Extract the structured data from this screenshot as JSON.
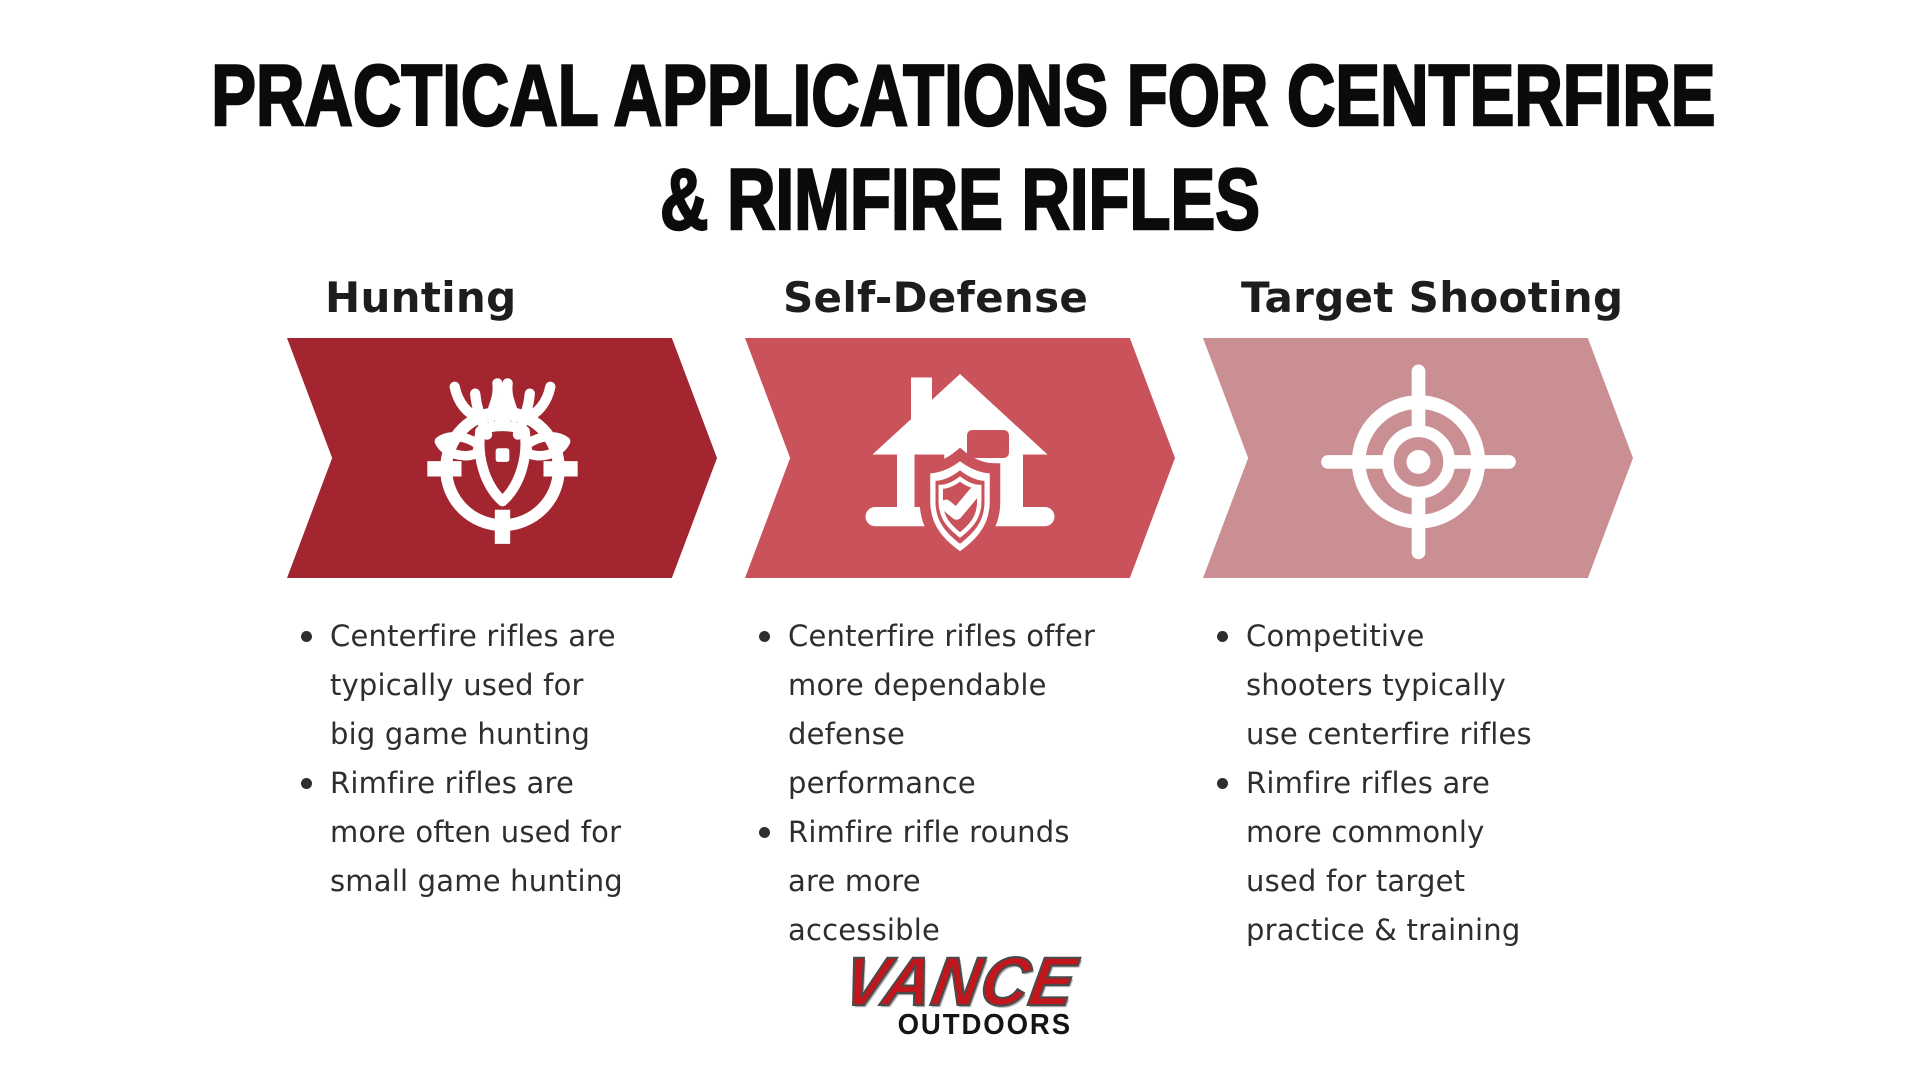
{
  "title": {
    "line1": "PRACTICAL APPLICATIONS FOR CENTERFIRE",
    "line2": "& RIMFIRE RIFLES"
  },
  "columns": [
    {
      "header": "Hunting",
      "icon": "deer-crosshair-icon",
      "arrow_color": "#A2252F",
      "bullets": [
        "Centerfire rifles are\ntypically used for\nbig game hunting",
        "Rimfire rifles are\nmore often used for\nsmall game hunting"
      ]
    },
    {
      "header": "Self-Defense",
      "icon": "home-shield-check-icon",
      "arrow_color": "#C9525B",
      "bullets": [
        "Centerfire rifles offer\nmore dependable\ndefense\nperformance",
        "Rimfire rifle rounds\nare more\naccessible"
      ]
    },
    {
      "header": "Target Shooting",
      "icon": "target-crosshair-icon",
      "arrow_color": "#C98F92",
      "bullets": [
        "Competitive\nshooters typically\nuse centerfire rifles",
        "Rimfire rifles are\nmore commonly\nused for target\npractice & training"
      ]
    }
  ],
  "logo": {
    "brand": "VANCE",
    "sub": "OUTDOORS",
    "brand_color": "#C3161C"
  },
  "colors": {
    "background": "#FFFFFF",
    "title_text": "#0B0B0B",
    "header_text": "#1D1D1D",
    "body_text": "#2E2E2E",
    "icon_color": "#FFFFFF"
  }
}
